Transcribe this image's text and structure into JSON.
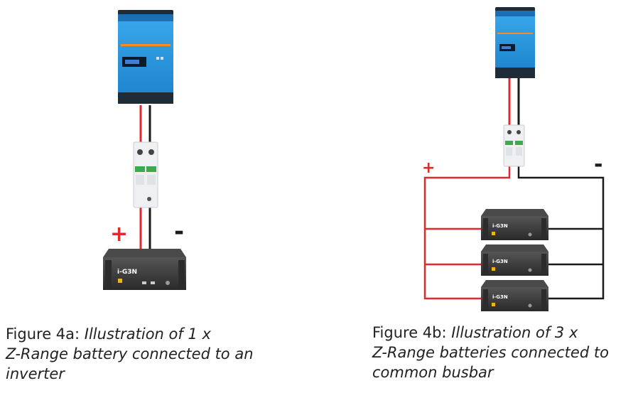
{
  "colors": {
    "inverter_blue": "#2a9be0",
    "inverter_dark": "#1f2b36",
    "positive_wire": "#e0282e",
    "negative_wire": "#1a1a1a",
    "battery_body": "#3a3a3a",
    "breaker_body": "#eef0f2",
    "breaker_green": "#3aaa4a"
  },
  "polarity": {
    "positive": "+",
    "negative": "-"
  },
  "figure_a": {
    "battery_count": 1,
    "battery_brand": "i-G3N",
    "caption_label": "Figure 4a: ",
    "caption_text": "Illustration of 1 x",
    "caption_line2": "Z-Range battery connected to an",
    "caption_line3": "inverter"
  },
  "figure_b": {
    "battery_count": 3,
    "battery_brand": "i-G3N",
    "caption_label": "Figure 4b: ",
    "caption_text": "Illustration of 3 x",
    "caption_line2": "Z-Range batteries connected to",
    "caption_line3": "common busbar"
  },
  "icons": {
    "inverter": "inverter-icon",
    "breaker": "breaker-icon",
    "battery": "battery-icon"
  }
}
